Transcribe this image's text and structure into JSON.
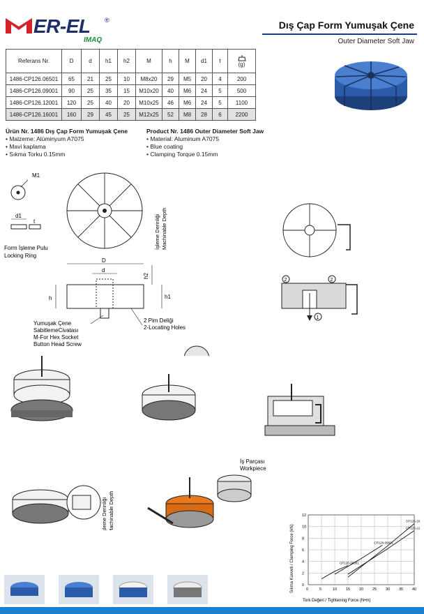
{
  "brand": {
    "name": "ER-EL",
    "sub": "IMAQ",
    "registered": "®"
  },
  "header": {
    "title_tr": "Dış Çap Form Yumuşak Çene",
    "title_en": "Outer Diameter Soft Jaw"
  },
  "table": {
    "headers": [
      "Referans Nr.",
      "D",
      "d",
      "h1",
      "h2",
      "M",
      "h",
      "M",
      "d1",
      "t",
      "(g)"
    ],
    "rows": [
      [
        "1486-CP126.06501",
        "65",
        "21",
        "25",
        "10",
        "M8x20",
        "29",
        "M5",
        "20",
        "4",
        "200"
      ],
      [
        "1486-CP126.09001",
        "90",
        "25",
        "35",
        "15",
        "M10x20",
        "40",
        "M6",
        "24",
        "5",
        "500"
      ],
      [
        "1486-CP126.12001",
        "120",
        "25",
        "40",
        "20",
        "M10x25",
        "46",
        "M6",
        "24",
        "5",
        "1100"
      ],
      [
        "1486-CP126.16001",
        "160",
        "29",
        "45",
        "25",
        "M12x25",
        "52",
        "M8",
        "28",
        "6",
        "2200"
      ]
    ]
  },
  "product_tr": {
    "title": "Ürün Nr. 1486 Dış Çap Form Yumuşak Çene",
    "items": [
      "• Malzeme: Alüminyum A7075",
      "• Mavi kaplama",
      "• Sıkma Torku 0.15mm"
    ]
  },
  "product_en": {
    "title": "Product Nr. 1486 Outer Diameter Soft Jaw",
    "items": [
      "• Material: Aluminum  A7075",
      "• Blue coating",
      "• Clamping Torque 0.15mm"
    ]
  },
  "drawing": {
    "m1": "M1",
    "d1": "d1",
    "t": "t",
    "locking_ring": [
      "Form İşleme Pulu",
      "Locking Ring"
    ],
    "machinable_depth": [
      "İşleme Derinliği",
      "Machinable Depth"
    ],
    "D": "D",
    "d": "d",
    "h": "h",
    "h1": "h1",
    "h2": "h2",
    "screw": [
      "Yumuşak Çene",
      "SabitlemeCivatası",
      "M-For Hex Socket",
      "Button Head Screw"
    ],
    "pin": [
      "2 Pim Deliği",
      "2-Locating Holes"
    ],
    "marker2": "2",
    "marker1": "1",
    "workpiece": [
      "İş Parçası",
      "Workpiece"
    ]
  },
  "chart_data": {
    "type": "line",
    "xlabel": "Tork Değeri / Tightening Force (N•m)",
    "ylabel": "Sıkma Kuvveti / Clamping Force (kN)",
    "xlim": [
      0,
      40
    ],
    "ylim": [
      0,
      12
    ],
    "xticks": [
      "0",
      "5",
      "10",
      "15",
      "20",
      "25",
      "30",
      "35",
      "40"
    ],
    "yticks": [
      "0",
      "2",
      "4",
      "6",
      "8",
      "10",
      "12"
    ],
    "series": [
      {
        "name": "CP126-06501",
        "points": [
          [
            5,
            1.0
          ],
          [
            10,
            2.3
          ],
          [
            15,
            3.3
          ]
        ]
      },
      {
        "name": "CP126-09001",
        "points": [
          [
            10,
            1.8
          ],
          [
            20,
            4.5
          ],
          [
            28,
            6.8
          ]
        ]
      },
      {
        "name": "CP126-12001",
        "points": [
          [
            15,
            1.8
          ],
          [
            30,
            6.2
          ],
          [
            40,
            9.3
          ]
        ]
      },
      {
        "name": "CP126-16001",
        "points": [
          [
            15,
            1.3
          ],
          [
            30,
            6.7
          ],
          [
            40,
            10.5
          ]
        ]
      }
    ]
  }
}
